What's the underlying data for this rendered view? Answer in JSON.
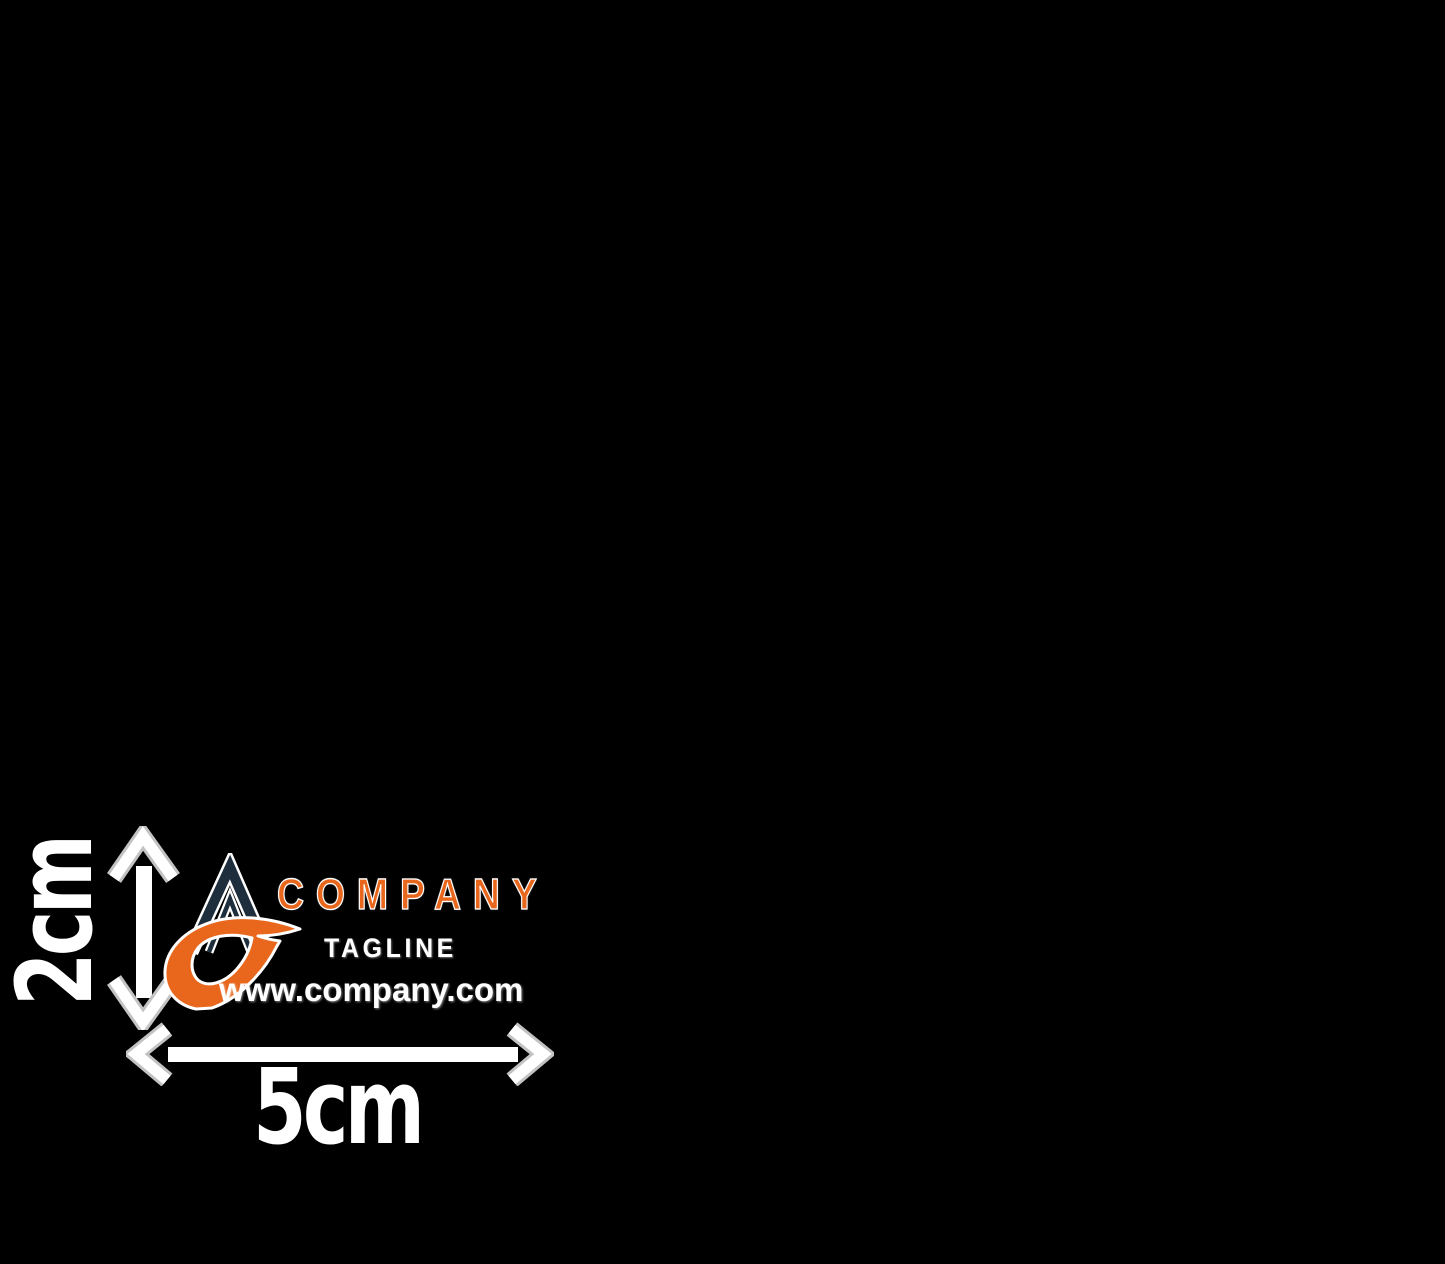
{
  "canvas": {
    "background": "#000000",
    "description": "logo size specification mockup"
  },
  "dimensions": {
    "height_label": "2cm",
    "width_label": "5cm",
    "label_color": "#ffffff",
    "arrow_color": "#ffffff",
    "arrow_edge_color": "#c3c3c3"
  },
  "logo": {
    "company_name": "COMPANY",
    "tagline": "TAGLINE",
    "website": "www.company.com",
    "colors": {
      "accent_orange": "#e8671d",
      "mark_dark": "#1f2e3d",
      "text_white": "#ffffff"
    },
    "icons": {
      "mark": "mountain-a-swoosh-logo-icon"
    }
  }
}
